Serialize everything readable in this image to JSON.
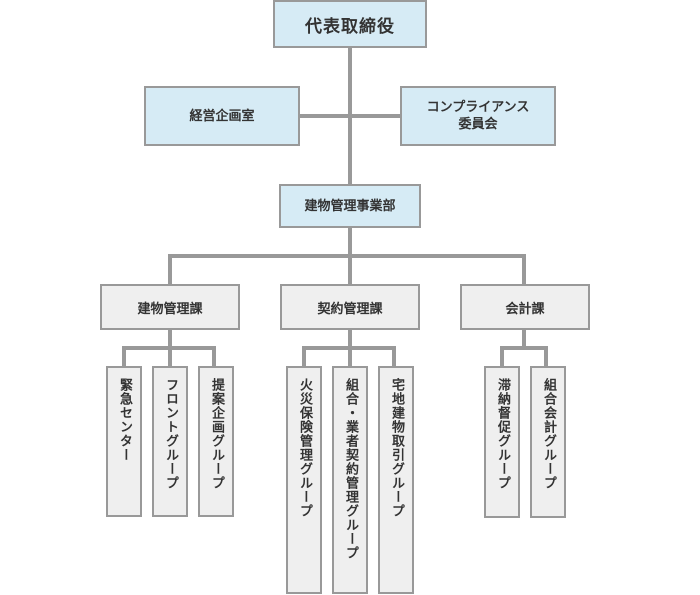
{
  "org": {
    "ceo": "代表取締役",
    "planning": "経営企画室",
    "compliance_line1": "コンプライアンス",
    "compliance_line2": "委員会",
    "division": "建物管理事業部",
    "sections": [
      {
        "name": "建物管理課",
        "groups": [
          "緊急センター",
          "フロントグループ",
          "提案企画グループ"
        ]
      },
      {
        "name": "契約管理課",
        "groups": [
          "火災保険管理グループ",
          "組合・業者契約管理グループ",
          "宅地建物取引グループ"
        ]
      },
      {
        "name": "会計課",
        "groups": [
          "滞納督促グループ",
          "組合会計グループ"
        ]
      }
    ]
  },
  "colors": {
    "top_box_fill": "#d6ebf5",
    "section_box_fill": "#efefef",
    "connector": "#999999"
  }
}
